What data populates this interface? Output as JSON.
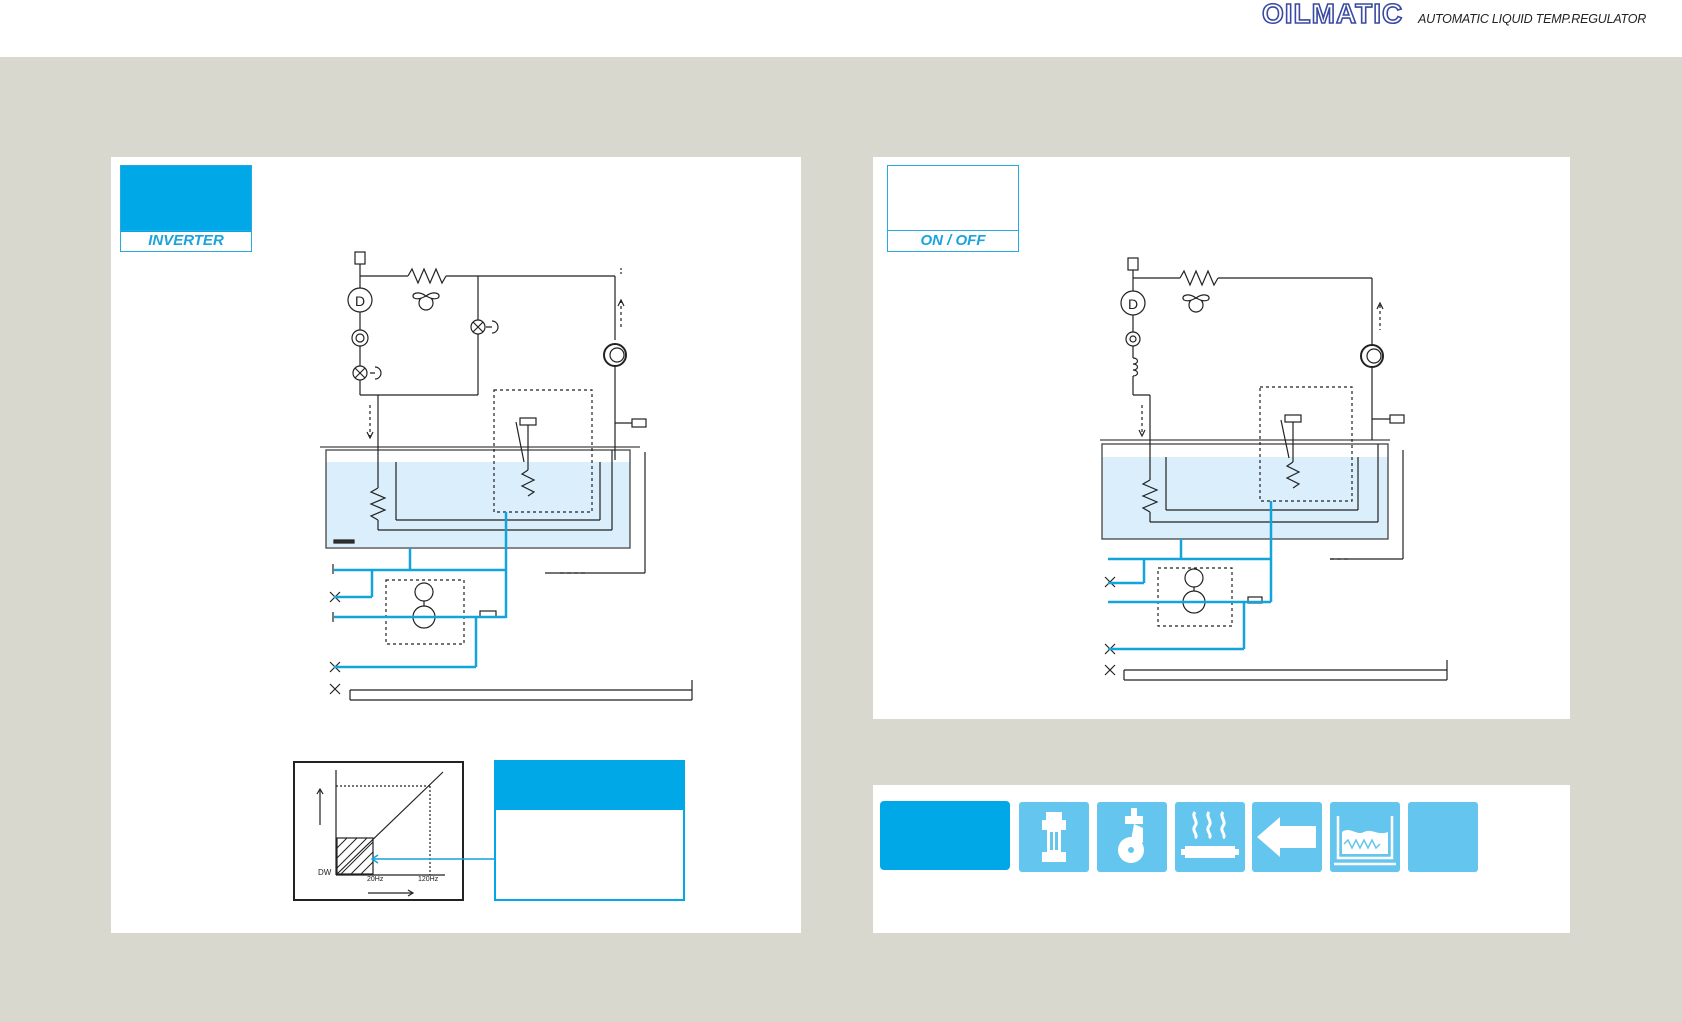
{
  "header": {
    "logo": "OILMATIC",
    "tagline": "AUTOMATIC LIQUID TEMP.REGULATOR"
  },
  "left_panel": {
    "badge_label": "INVERTER",
    "graph": {
      "y_label": "DW",
      "x_tick_1": "20Hz",
      "x_tick_2": "120Hz"
    }
  },
  "right_panel": {
    "badge_label": "ON / OFF"
  },
  "feature_icons": [
    "filter-icon",
    "caster-wheel-icon",
    "heater-icon",
    "arrow-left-icon",
    "tank-heater-icon",
    "blank-tile"
  ],
  "colors": {
    "accent": "#00a8e8",
    "tile": "#64c6ee",
    "liquid": "#daeefb",
    "background": "#d8d8cf"
  }
}
